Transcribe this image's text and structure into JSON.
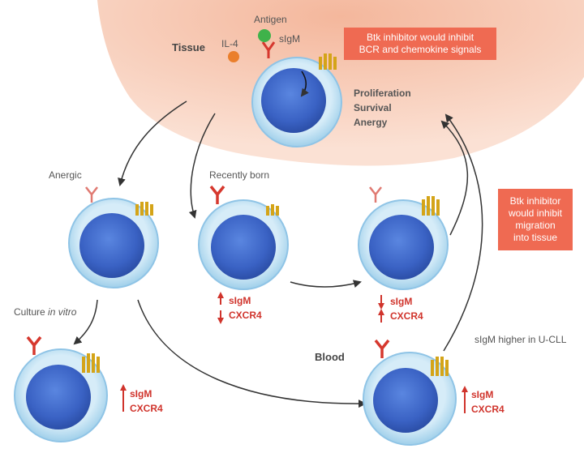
{
  "labels": {
    "tissue": "Tissue",
    "il4": "IL-4",
    "antigen": "Antigen",
    "sigm_top": "sIgM",
    "prolif": [
      "Proliferation",
      "Survival",
      "Anergy"
    ],
    "anergic": "Anergic",
    "recently_born": "Recently born",
    "culture_prefix": "Culture ",
    "culture_italic": "in vitro",
    "blood": "Blood",
    "sigm_higher": "sIgM higher in U-CLL"
  },
  "boxes": {
    "top": [
      "Btk inhibitor would inhibit",
      "BCR and chemokine signals"
    ],
    "right": [
      "Btk inhibitor",
      "would inhibit",
      "migration",
      "into tissue"
    ]
  },
  "markers": {
    "recent": {
      "line1": "sIgM",
      "line2": "CXCR4",
      "dir1": "up",
      "dir2": "down"
    },
    "right_mid": {
      "line1": "sIgM",
      "line2": "CXCR4",
      "dir1": "down",
      "dir2": "up"
    },
    "bottom_left": {
      "line1": "sIgM",
      "line2": "CXCR4",
      "dir1": "up",
      "dir2": "up"
    },
    "bottom_right": {
      "line1": "sIgM",
      "line2": "CXCR4",
      "dir1": "up",
      "dir2": "up"
    }
  },
  "colors": {
    "tissue": "#f6c4ad",
    "cell_outer": "#bfe0f3",
    "nucleus": "#3a62c4",
    "box": "#ef6a52",
    "marker": "#d0342c",
    "antigen": "#3fb24a",
    "il4": "#ea7f2c"
  }
}
